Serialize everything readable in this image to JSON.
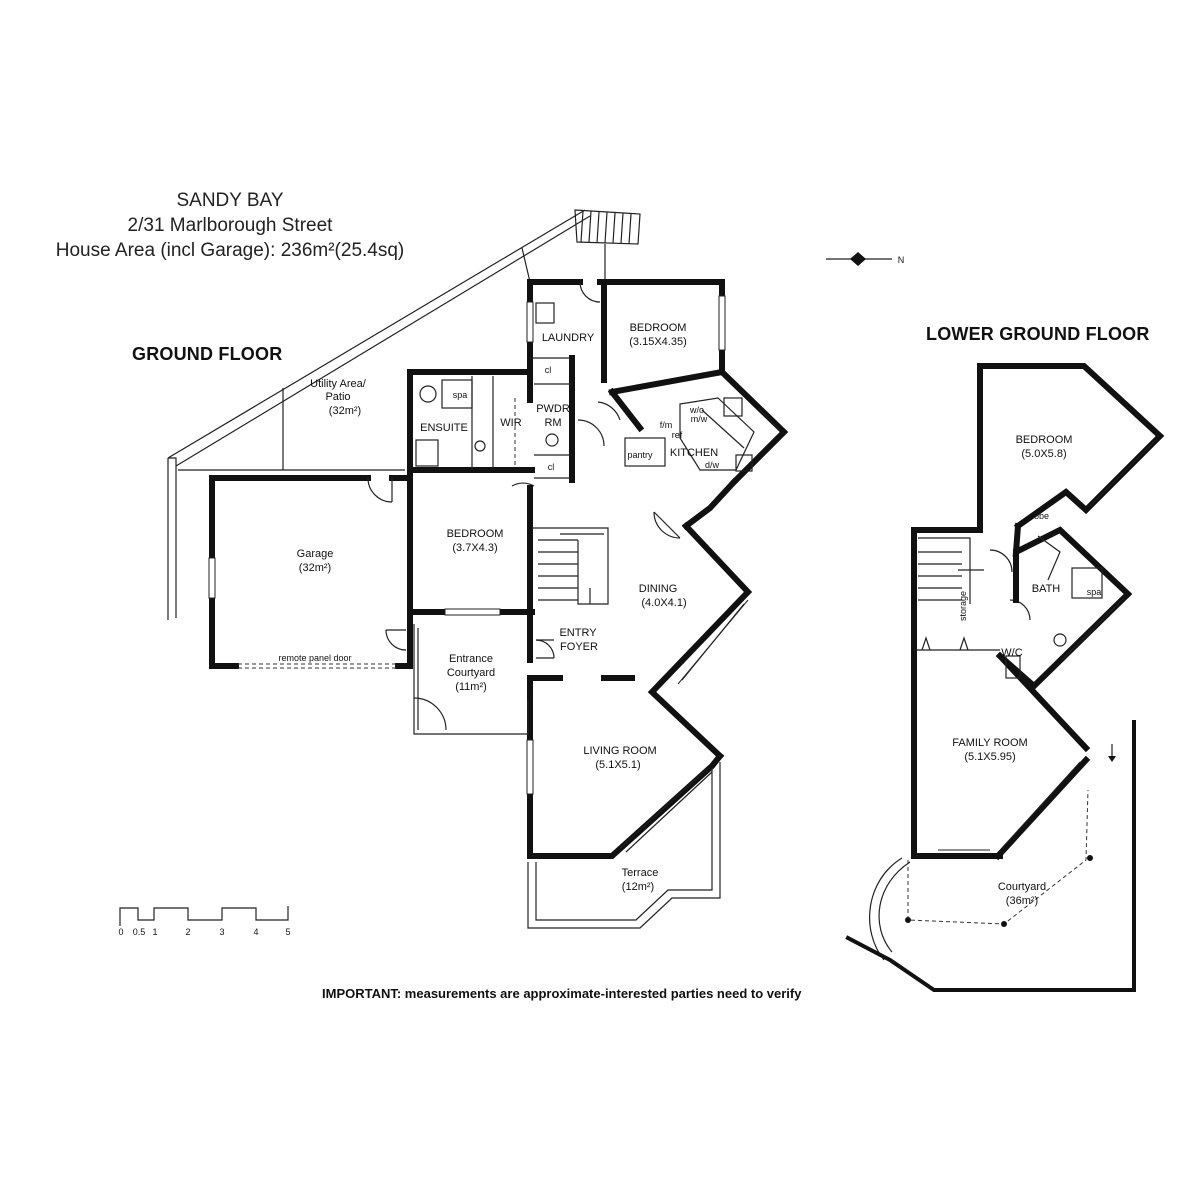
{
  "header": {
    "suburb": "SANDY BAY",
    "address": "2/31 Marlborough Street",
    "area": "House Area (incl Garage): 236m²(25.4sq)"
  },
  "ground_floor": {
    "title": "GROUND FLOOR",
    "rooms": {
      "utility_name": "Utility Area/",
      "utility_name2": "Patio",
      "utility_size": "(32m²)",
      "laundry": "LAUNDRY",
      "bedroom1": "BEDROOM",
      "bedroom1_size": "(3.15X4.35)",
      "spa": "spa",
      "ensuite": "ENSUITE",
      "wir": "WIR",
      "pwdr": "PWDR",
      "rm": "RM",
      "cl_top": "cl",
      "cl_bottom": "cl",
      "wo": "w/o",
      "mw": "m/w",
      "fm": "f/m",
      "ref": "ref",
      "pantry": "pantry",
      "kitchen": "KITCHEN",
      "dw": "d/w",
      "garage": "Garage",
      "garage_size": "(32m²)",
      "bedroom2": "BEDROOM",
      "bedroom2_size": "(3.7X4.3)",
      "dining": "DINING",
      "dining_size": "(4.0X4.1)",
      "remote_door": "remote panel door",
      "entry": "ENTRY",
      "foyer": "FOYER",
      "courtyard": "Entrance",
      "courtyard2": "Courtyard",
      "courtyard_size": "(11m²)",
      "living": "LIVING ROOM",
      "living_size": "(5.1X5.1)",
      "terrace": "Terrace",
      "terrace_size": "(12m²)"
    }
  },
  "lower_floor": {
    "title": "LOWER GROUND FLOOR",
    "rooms": {
      "bedroom": "BEDROOM",
      "bedroom_size": "(5.0X5.8)",
      "robe": "robe",
      "bath": "BATH",
      "spa": "spa",
      "storage": "storage",
      "wc": "W/C",
      "family": "FAMILY ROOM",
      "family_size": "(5.1X5.95)",
      "courtyard": "Courtyard",
      "courtyard_size": "(36m²)"
    }
  },
  "scale": {
    "labels": [
      "0",
      "0.5",
      "1",
      "2",
      "3",
      "4",
      "5"
    ]
  },
  "north": "N",
  "note": "IMPORTANT: measurements are approximate-interested parties need to verify"
}
